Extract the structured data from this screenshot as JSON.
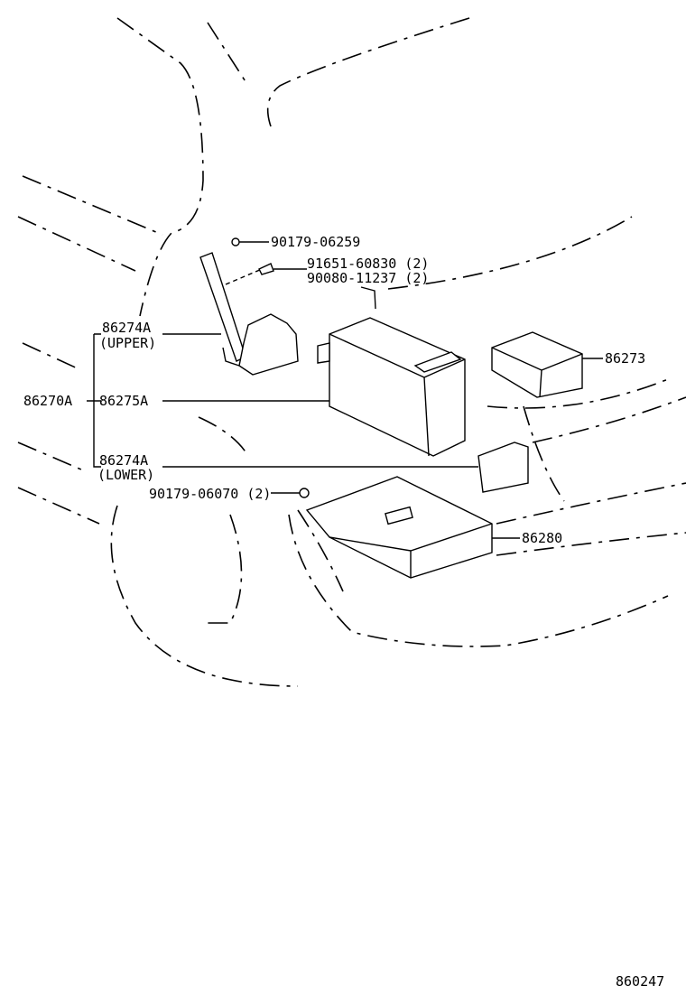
{
  "diagram": {
    "labels": {
      "clip_upper": "90179-06259",
      "bolt_a": "91651-60830 (2)",
      "bolt_b": "90080-11237 (2)",
      "bracket_upper": "86274A",
      "bracket_upper_note": "(UPPER)",
      "assembly": "86270A",
      "amplifier": "86275A",
      "bracket_lower": "86274A",
      "bracket_lower_note": "(LOWER)",
      "nut": "90179-06070 (2)",
      "connector_unit": "86273",
      "tray": "86280",
      "figure_number": "860247"
    }
  }
}
